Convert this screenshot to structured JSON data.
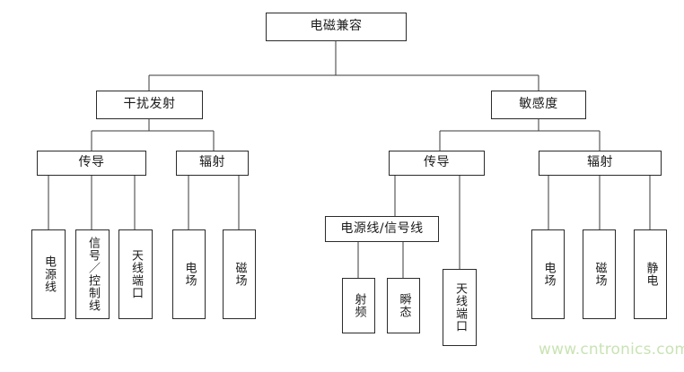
{
  "diagram": {
    "type": "hierarchy-tree",
    "title": "电磁兼容",
    "root": {
      "label": "电磁兼容",
      "orientation": "horizontal"
    },
    "level2": [
      {
        "label": "干扰发射",
        "orientation": "horizontal"
      },
      {
        "label": "敏感度",
        "orientation": "horizontal"
      }
    ],
    "level3": [
      {
        "label": "传导",
        "orientation": "horizontal",
        "parent": "干扰发射"
      },
      {
        "label": "辐射",
        "orientation": "horizontal",
        "parent": "干扰发射"
      },
      {
        "label": "传导",
        "orientation": "horizontal",
        "parent": "敏感度"
      },
      {
        "label": "辐射",
        "orientation": "horizontal",
        "parent": "敏感度"
      }
    ],
    "mid_node": {
      "label": "电源线/信号线",
      "orientation": "horizontal"
    },
    "leaves": {
      "emission_conducted": [
        {
          "label": "电源线",
          "orientation": "vertical"
        },
        {
          "label": "信号／控制线",
          "orientation": "vertical"
        },
        {
          "label": "天线端口",
          "orientation": "vertical"
        }
      ],
      "emission_radiated": [
        {
          "label": "电场",
          "orientation": "vertical"
        },
        {
          "label": "磁场",
          "orientation": "vertical"
        }
      ],
      "susceptibility_conducted_sub": [
        {
          "label": "射频",
          "orientation": "vertical"
        },
        {
          "label": "瞬态",
          "orientation": "vertical"
        }
      ],
      "susceptibility_conducted_direct": [
        {
          "label": "天线端口",
          "orientation": "vertical"
        }
      ],
      "susceptibility_radiated": [
        {
          "label": "电场",
          "orientation": "vertical"
        },
        {
          "label": "磁场",
          "orientation": "vertical"
        },
        {
          "label": "静电",
          "orientation": "vertical"
        }
      ]
    }
  },
  "watermark": {
    "text": "www.cntronics.com",
    "color": "#c9e3b4"
  },
  "colors": {
    "box_border": "#2b2b2b",
    "line": "#3a3a3a",
    "text": "#1a1a1a",
    "background": "#ffffff"
  }
}
